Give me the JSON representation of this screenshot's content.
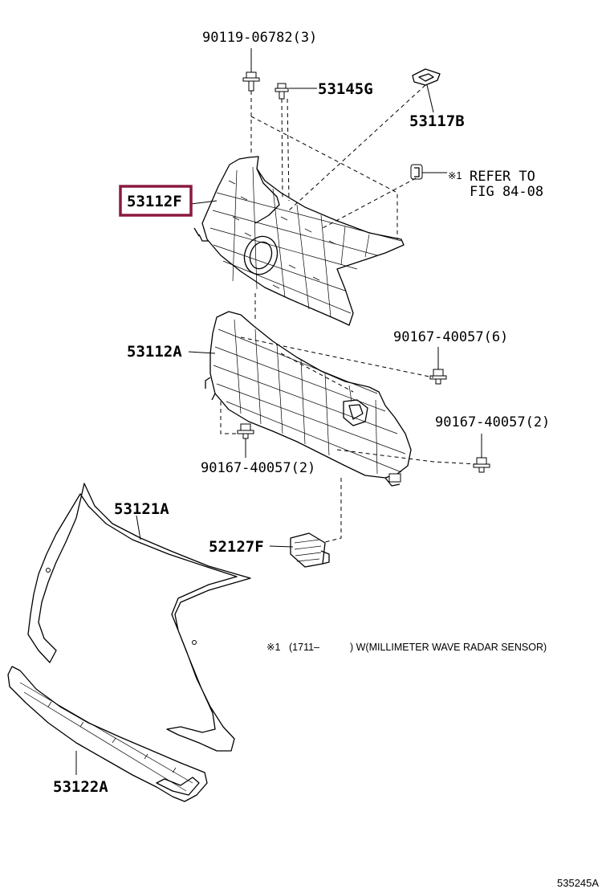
{
  "labels": {
    "bolt_top": "90119-06782(3)",
    "clip_53145g": "53145G",
    "bracket_53117b": "53117B",
    "refer_mark": "※1",
    "refer_line1": "REFER TO",
    "refer_line2": "FIG 84-08",
    "grille_53112f": "53112F",
    "grille_53112a": "53112A",
    "screw_right_upper": "90167-40057(6)",
    "screw_right_lower": "90167-40057(2)",
    "screw_left_lower": "90167-40057(2)",
    "molding_53121a": "53121A",
    "cover_52127f": "52127F",
    "molding_53122a": "53122A"
  },
  "footnote": {
    "mark": "※1",
    "date": "(1711‒",
    "text": ") W(MILLIMETER WAVE RADAR SENSOR)"
  },
  "diagram_code": "535245A",
  "colors": {
    "highlight": "#8b1a3e",
    "line": "#000000",
    "background": "#ffffff"
  }
}
